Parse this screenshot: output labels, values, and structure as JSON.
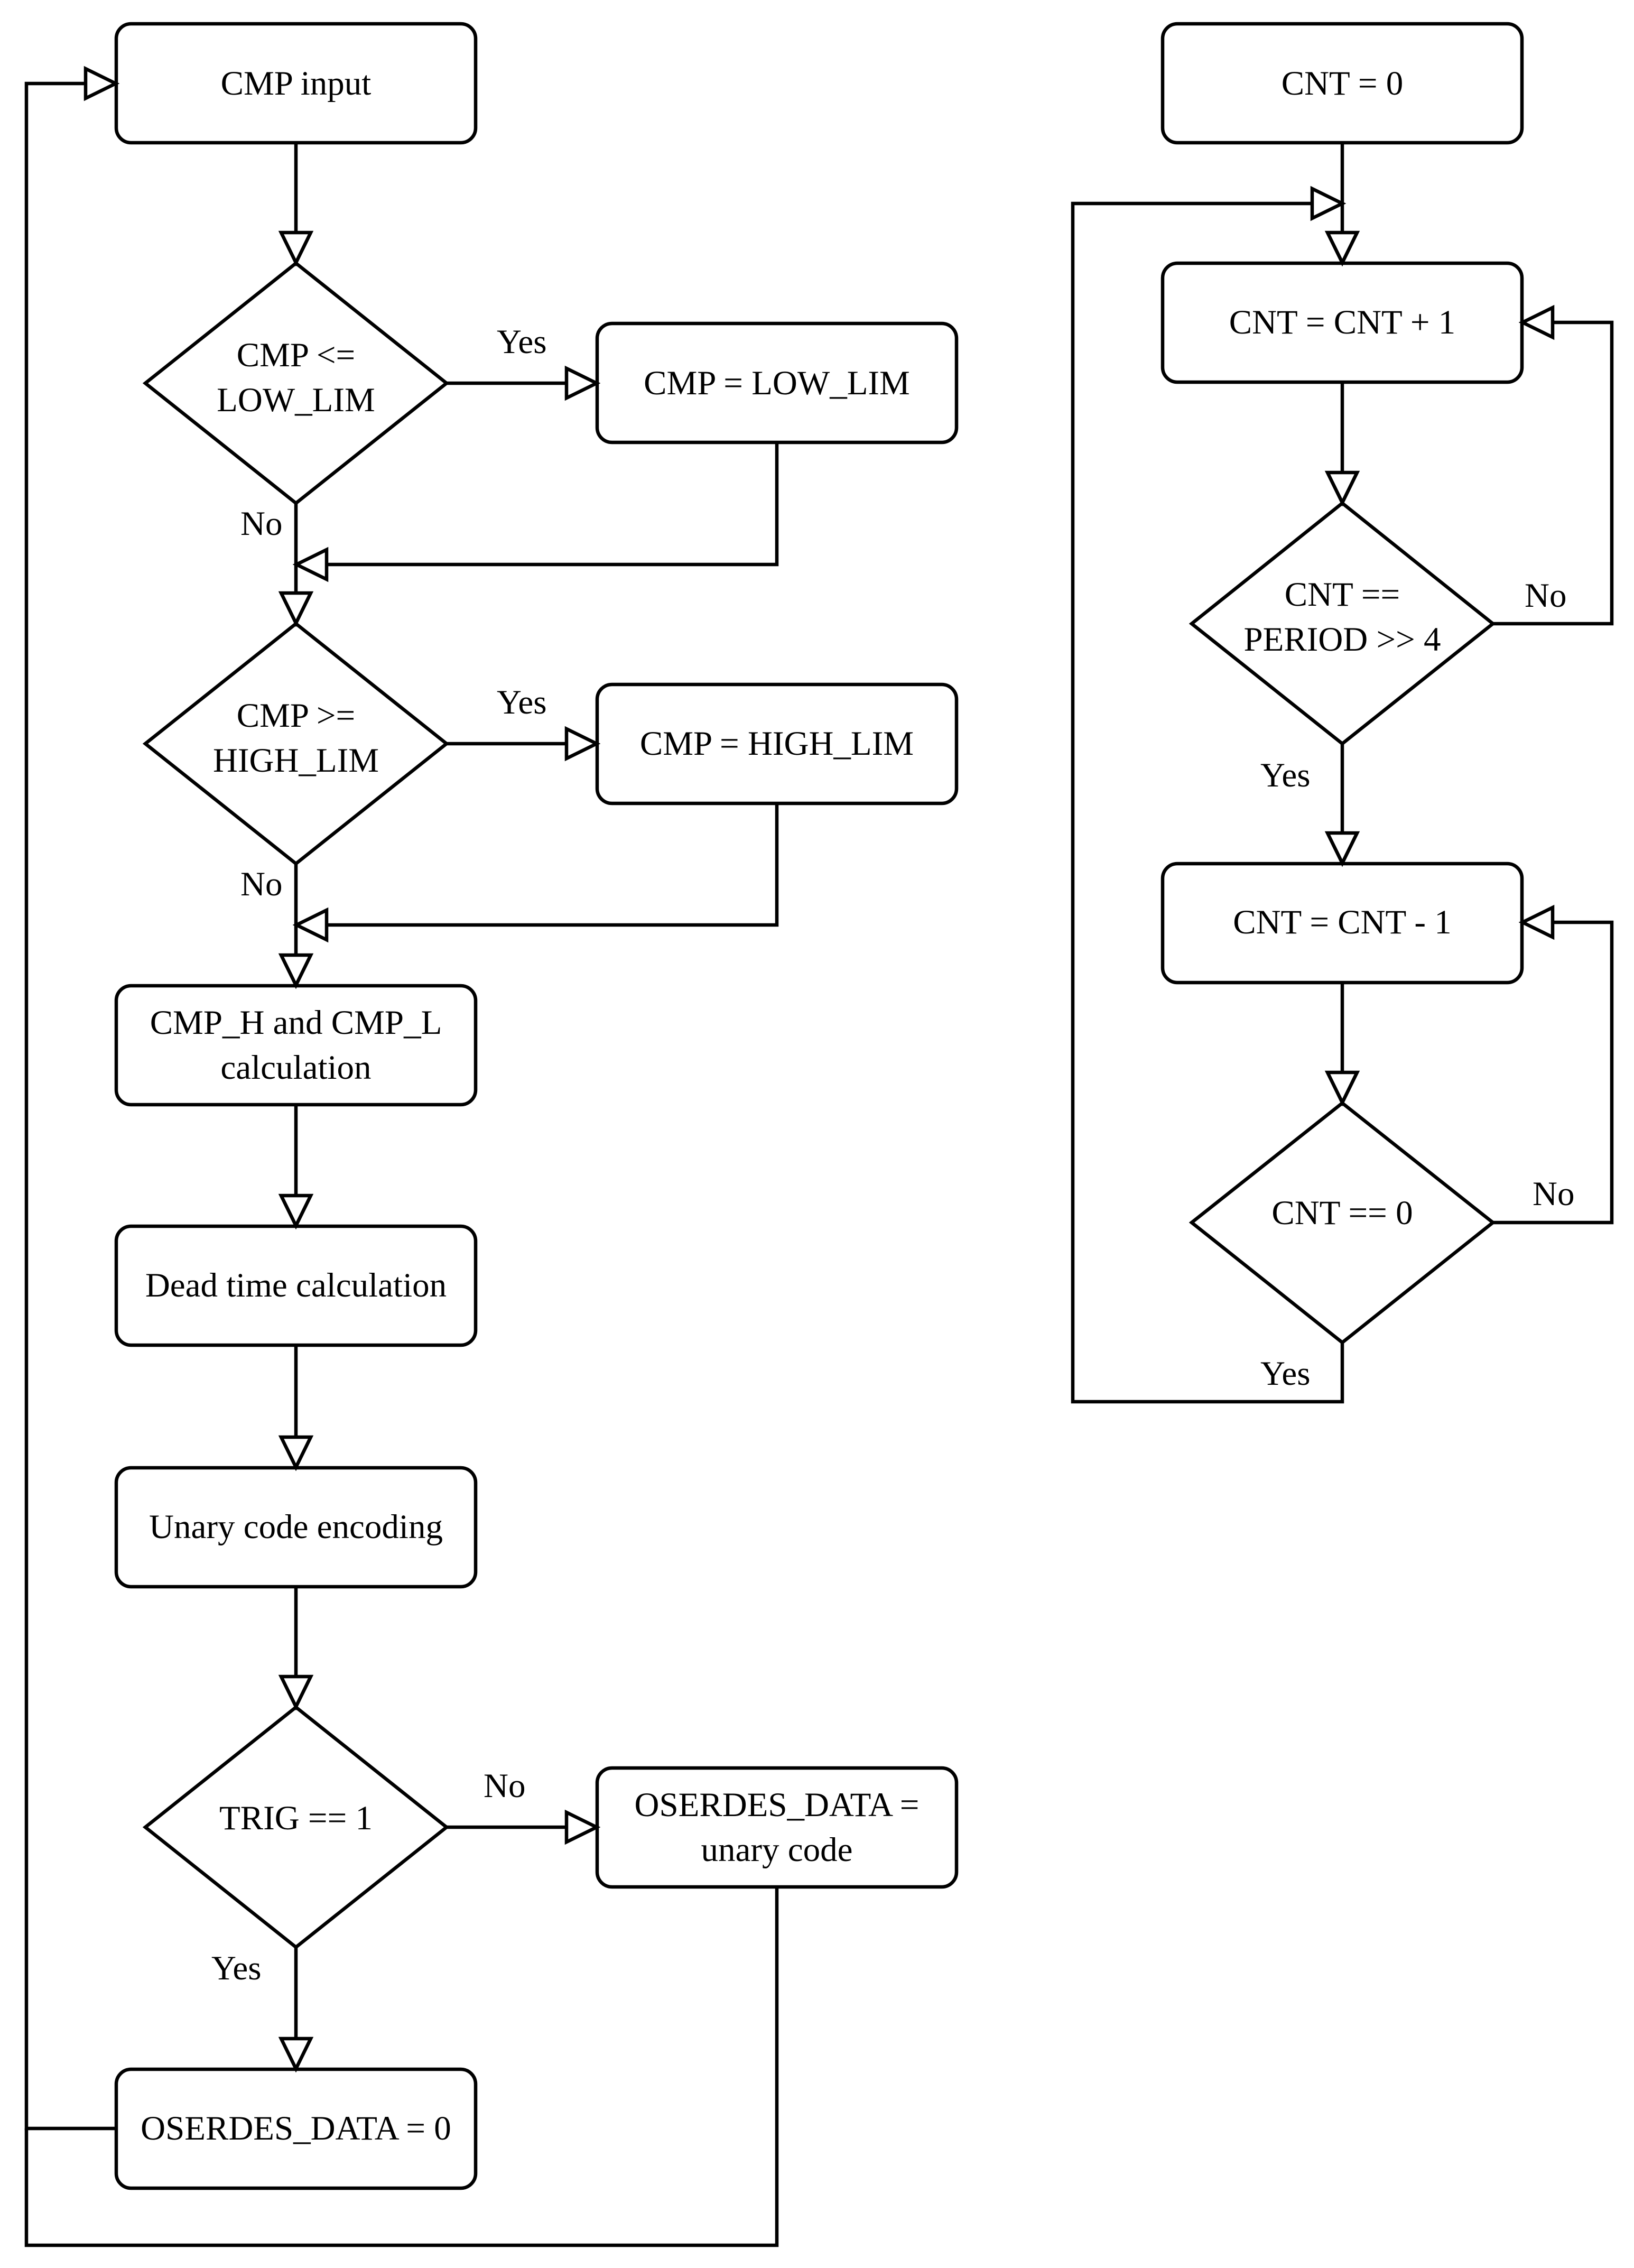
{
  "left_flow": {
    "cmp_input": "CMP input",
    "low_check": [
      "CMP <=",
      "LOW_LIM"
    ],
    "low_assign": "CMP = LOW_LIM",
    "high_check": [
      "CMP >=",
      "HIGH_LIM"
    ],
    "high_assign": "CMP = HIGH_LIM",
    "cmp_hl_calc": [
      "CMP_H and CMP_L",
      "calculation"
    ],
    "dead_time_calc": "Dead time calculation",
    "unary_encoding": "Unary code encoding",
    "trig_check": "TRIG == 1",
    "oserdes_unary": [
      "OSERDES_DATA =",
      "unary code"
    ],
    "oserdes_zero": "OSERDES_DATA = 0",
    "labels": {
      "low_yes": "Yes",
      "low_no": "No",
      "high_yes": "Yes",
      "high_no": "No",
      "trig_no": "No",
      "trig_yes": "Yes"
    }
  },
  "right_flow": {
    "cnt_init": "CNT = 0",
    "cnt_inc": "CNT = CNT + 1",
    "period_check": [
      "CNT ==",
      "PERIOD >> 4"
    ],
    "cnt_dec": "CNT = CNT - 1",
    "zero_check": "CNT == 0",
    "labels": {
      "period_no": "No",
      "period_yes": "Yes",
      "zero_no": "No",
      "zero_yes": "Yes"
    }
  }
}
